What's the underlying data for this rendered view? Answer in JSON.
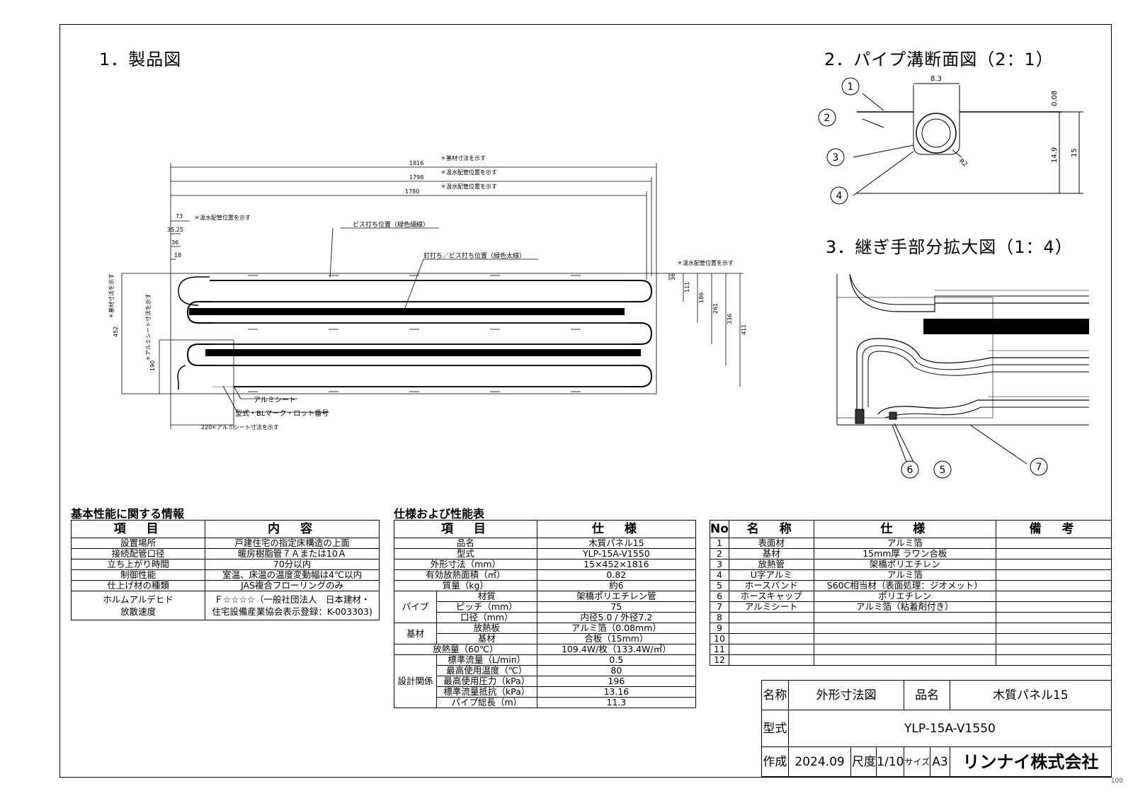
{
  "sections": {
    "product": "1．製品図",
    "groove": "2．パイプ溝断面図（2：1）",
    "joint": "3．継ぎ手部分拡大図（1：4）"
  },
  "product_dims": {
    "w1816": "1816",
    "w1798": "1798",
    "w1780": "1780",
    "base_note": "＊基材寸法を示す",
    "pipe_note": "＊温水配管位置を示す",
    "l73": "73",
    "l3525": "35.25",
    "l36": "36",
    "l18": "18",
    "r36": "36",
    "r111": "111",
    "r186": "186",
    "r261": "261",
    "r336": "336",
    "r411": "411",
    "h452": "452",
    "h190": "190",
    "b220": "220",
    "v_base_note": "＊基材寸法を示す",
    "v_alu_note": "＊アルミシート寸法を示す",
    "alu_note": "＊アルミシート寸法を示す",
    "screw_label": "ビス打ち位置（緑色細線）",
    "nail_label": "釘打ち／ビス打ち位置（緑色太線）",
    "alu_sheet": "アルミシート",
    "model_mark": "型式・BLマーク・ロット番号"
  },
  "groove_dims": {
    "w": "8.3",
    "t": "0.08",
    "h1": "14.9",
    "h2": "15",
    "r": "R2"
  },
  "balloons": [
    "1",
    "2",
    "3",
    "4",
    "5",
    "6",
    "7"
  ],
  "perf": {
    "title": "基本性能に関する情報",
    "headers": [
      "項　目",
      "内　容"
    ],
    "rows": [
      [
        "設置場所",
        "戸建住宅の指定床構造の上面"
      ],
      [
        "接続配管口径",
        "暖房樹脂管７Ａまたは10Ａ"
      ],
      [
        "立ち上がり時間",
        "70分以内"
      ],
      [
        "制御性能",
        "室温、床温の温度変動幅は4℃以内"
      ],
      [
        "仕上げ材の種類",
        "JAS複合フローリングのみ"
      ]
    ],
    "form_item1": "ホルムアルデヒド",
    "form_item2": "放散速度",
    "form_val1": "Ｆ☆☆☆☆（一般社団法人　日本建材・",
    "form_val2": "住宅設備産業協会表示登録：K-003303)"
  },
  "spec": {
    "title": "仕様および性能表",
    "headers": [
      "項　目",
      "仕　様"
    ],
    "rows_top": [
      [
        "品名",
        "木質パネル15"
      ],
      [
        "型式",
        "YLP-15A-V1550"
      ],
      [
        "外形寸法（mm）",
        "15×452×1816"
      ],
      [
        "有効放熱面積（㎡）",
        "0.82"
      ],
      [
        "質量（kg）",
        "約6"
      ]
    ],
    "pipe_group": "パイプ",
    "pipe_rows": [
      [
        "材質",
        "架橋ポリエチレン管"
      ],
      [
        "ピッチ（mm）",
        "75"
      ],
      [
        "口径（mm）",
        "内径5.0 / 外径7.2"
      ]
    ],
    "base_group": "基材",
    "base_rows": [
      [
        "放熱板",
        "アルミ箔（0.08mm）"
      ],
      [
        "基材",
        "合板（15mm）"
      ]
    ],
    "heat_row": [
      "放熱量（60℃）",
      "109.4W/枚（133.4W/㎡）"
    ],
    "design_group": "設計関係",
    "design_rows": [
      [
        "標準流量（L/min）",
        "0.5"
      ],
      [
        "最高使用温度（℃）",
        "80"
      ],
      [
        "最高使用圧力（kPa）",
        "196"
      ],
      [
        "標準流量抵抗（kPa）",
        "13.16"
      ],
      [
        "パイプ総長（m）",
        "11.3"
      ]
    ]
  },
  "parts": {
    "headers": [
      "No",
      "名　称",
      "仕　様",
      "備　考"
    ],
    "rows": [
      [
        "1",
        "表面材",
        "アルミ箔",
        ""
      ],
      [
        "2",
        "基材",
        "15mm厚 ラワン合板",
        ""
      ],
      [
        "3",
        "放熱管",
        "架橋ポリエチレン",
        ""
      ],
      [
        "4",
        "U字アルミ",
        "アルミ箔",
        ""
      ],
      [
        "5",
        "ホースバンド",
        "S60C相当材（表面処理：ジオメット）",
        ""
      ],
      [
        "6",
        "ホースキャップ",
        "ポリエチレン",
        ""
      ],
      [
        "7",
        "アルミシート",
        "アルミ箔（粘着剤付き）",
        ""
      ],
      [
        "8",
        "",
        "",
        ""
      ],
      [
        "9",
        "",
        "",
        ""
      ],
      [
        "10",
        "",
        "",
        ""
      ],
      [
        "11",
        "",
        "",
        ""
      ],
      [
        "12",
        "",
        "",
        ""
      ]
    ]
  },
  "title_block": {
    "name_label": "名称",
    "name_value": "外形寸法図",
    "product_label": "品名",
    "product_value": "木質パネル15",
    "model_label": "型式",
    "model_value": "YLP-15A-V1550",
    "made_label": "作成",
    "made_value": "2024.09",
    "scale_label": "尺度",
    "scale_value": "1/10",
    "size_label": "サイズ",
    "size_value": "A3",
    "company": "リンナイ株式会社"
  },
  "corner_code": "100"
}
